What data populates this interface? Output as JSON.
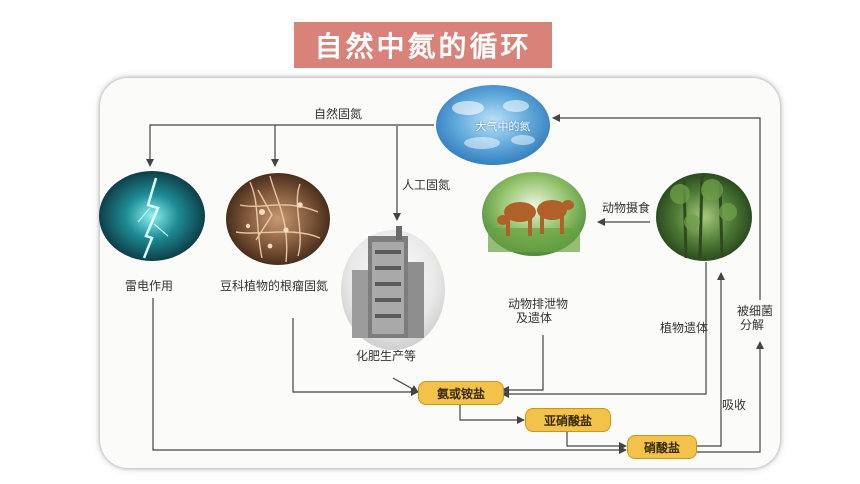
{
  "title": "自然中氮的循环",
  "nodes": {
    "atmosphere": "大气中的氮",
    "lightning": "雷电作用",
    "legume_nodules": "豆科植物的根瘤固氮",
    "fertilizer_factory": "化肥生产等",
    "livestock_waste_line1": "动物排泄物",
    "livestock_waste_line2": "及遗体",
    "plant_remains": "植物遗体"
  },
  "arrows": {
    "natural_fixation": "自然固氮",
    "artificial_fixation": "人工固氮",
    "animal_feeding": "动物摄食",
    "absorption": "吸收",
    "bacterial_decomposition_line1": "被细菌",
    "bacterial_decomposition_line2": "分解"
  },
  "compounds": {
    "ammonia_ammonium": "氨或铵盐",
    "nitrite": "亚硝酸盐",
    "nitrate": "硝酸盐"
  },
  "colors": {
    "title_banner": "#d9827a",
    "compound_box": "#f2c24a",
    "arrow": "#444444"
  }
}
